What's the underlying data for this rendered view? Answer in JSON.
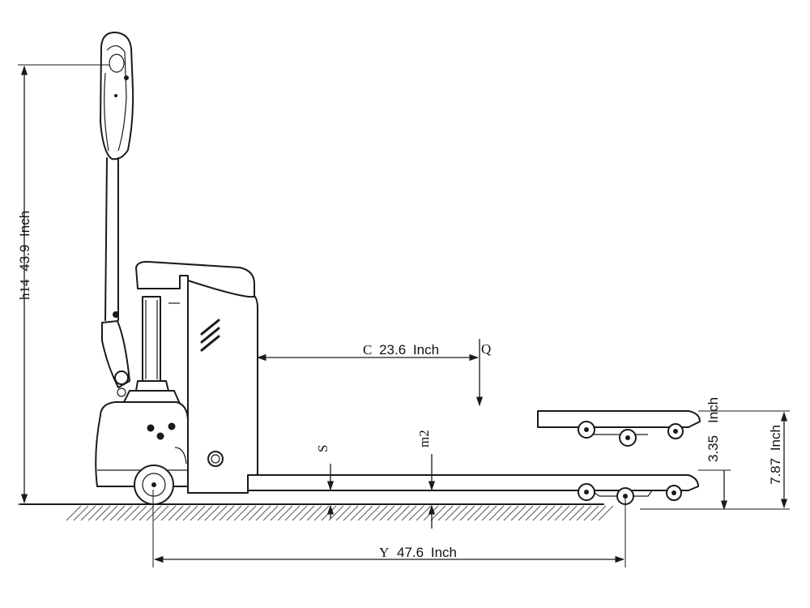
{
  "dimensions": {
    "height": {
      "symbol": "h14",
      "value": "43.9",
      "unit": "Inch"
    },
    "load_center": {
      "symbol": "C",
      "value": "23.6",
      "unit": "Inch"
    },
    "load_marker": {
      "symbol": "Q"
    },
    "fork_clearance": {
      "symbol": "S"
    },
    "ground_clearance": {
      "symbol": "m2"
    },
    "fork_height_raised": {
      "value": "7.87",
      "unit": "Inch"
    },
    "fork_lift_height": {
      "value": "3.35",
      "unit": "Inch"
    },
    "wheelbase": {
      "symbol": "Y",
      "value": "47.6",
      "unit": "Inch"
    }
  }
}
